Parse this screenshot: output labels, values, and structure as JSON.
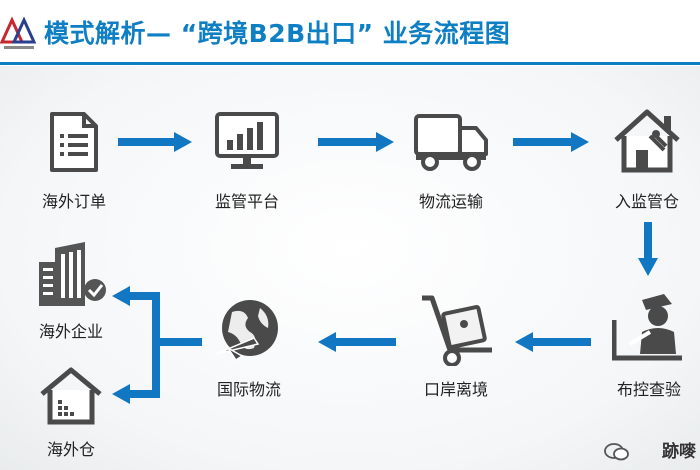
{
  "header": {
    "title": "模式解析— “跨境B2B出口” 业务流程图"
  },
  "flow": {
    "nodes": [
      {
        "label": "海外订单",
        "icon": "document-icon"
      },
      {
        "label": "监管平台",
        "icon": "monitor-chart-icon"
      },
      {
        "label": "物流运输",
        "icon": "truck-icon"
      },
      {
        "label": "入监管仓",
        "icon": "warehouse-house-icon"
      },
      {
        "label": "布控查验",
        "icon": "inspector-icon"
      },
      {
        "label": "口岸离境",
        "icon": "hand-truck-icon"
      },
      {
        "label": "国际物流",
        "icon": "globe-plane-icon"
      },
      {
        "label": "海外企业",
        "icon": "building-icon"
      },
      {
        "label": "海外仓",
        "icon": "house-icon"
      }
    ]
  },
  "colors": {
    "accent": "#0f7fc4",
    "arrow": "#1177c2",
    "icon": "#4a4a4a"
  },
  "watermark": {
    "text": "跡嘜"
  }
}
